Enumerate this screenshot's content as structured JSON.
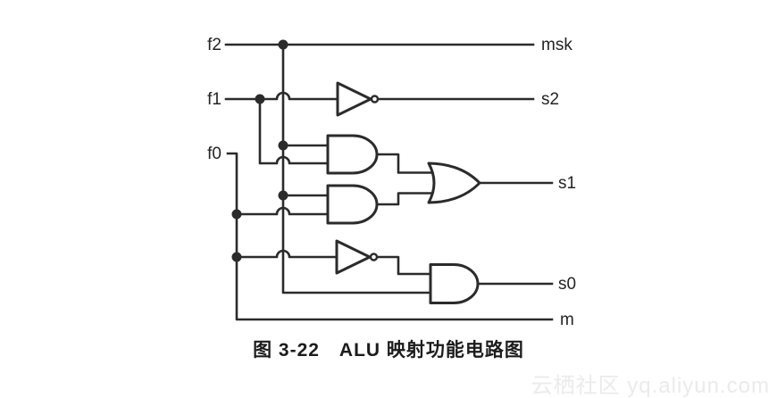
{
  "figure": {
    "caption": "图 3-22　ALU 映射功能电路图",
    "watermark": "云栖社区 yq.aliyun.com"
  },
  "colors": {
    "line": "#2b2b2b",
    "text": "#242424",
    "caption": "#1c1c1c",
    "watermark": "#ebebeb",
    "background": "#ffffff"
  },
  "circuit": {
    "inputs": [
      {
        "id": "f2",
        "label": "f2"
      },
      {
        "id": "f1",
        "label": "f1"
      },
      {
        "id": "f0",
        "label": "f0"
      }
    ],
    "outputs": [
      {
        "id": "msk",
        "label": "msk"
      },
      {
        "id": "s2",
        "label": "s2"
      },
      {
        "id": "s1",
        "label": "s1"
      },
      {
        "id": "s0",
        "label": "s0"
      },
      {
        "id": "m",
        "label": "m"
      }
    ],
    "gates": [
      {
        "id": "not1",
        "type": "NOT",
        "drives": "s2"
      },
      {
        "id": "and1",
        "type": "AND",
        "drives": "or1"
      },
      {
        "id": "and2",
        "type": "AND",
        "drives": "or1"
      },
      {
        "id": "or1",
        "type": "OR",
        "drives": "s1"
      },
      {
        "id": "not2",
        "type": "NOT",
        "drives": "and3"
      },
      {
        "id": "and3",
        "type": "AND",
        "drives": "s0"
      }
    ]
  }
}
